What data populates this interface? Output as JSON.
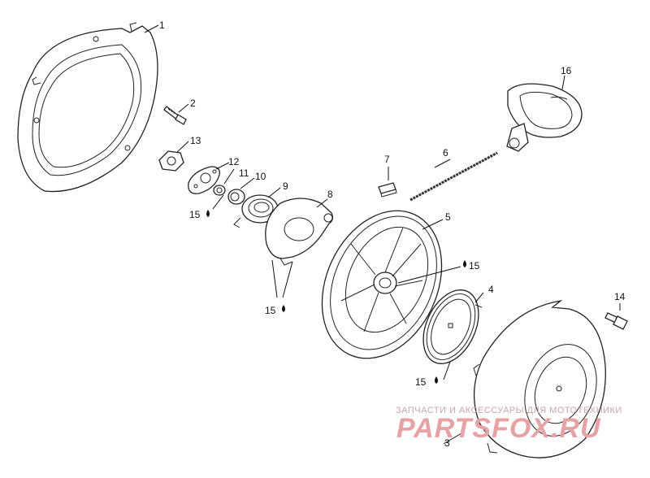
{
  "callouts": [
    "1",
    "2",
    "3",
    "4",
    "5",
    "6",
    "7",
    "8",
    "9",
    "10",
    "11",
    "12",
    "13",
    "14",
    "15",
    "16"
  ],
  "oil_mark": "15",
  "watermark": {
    "subtitle": "ЗАПЧАСТИ И АКСЕССУАРЫ ДЛЯ МОТОТЕХНИКИ",
    "brand": "PARTSFOX.RU"
  }
}
